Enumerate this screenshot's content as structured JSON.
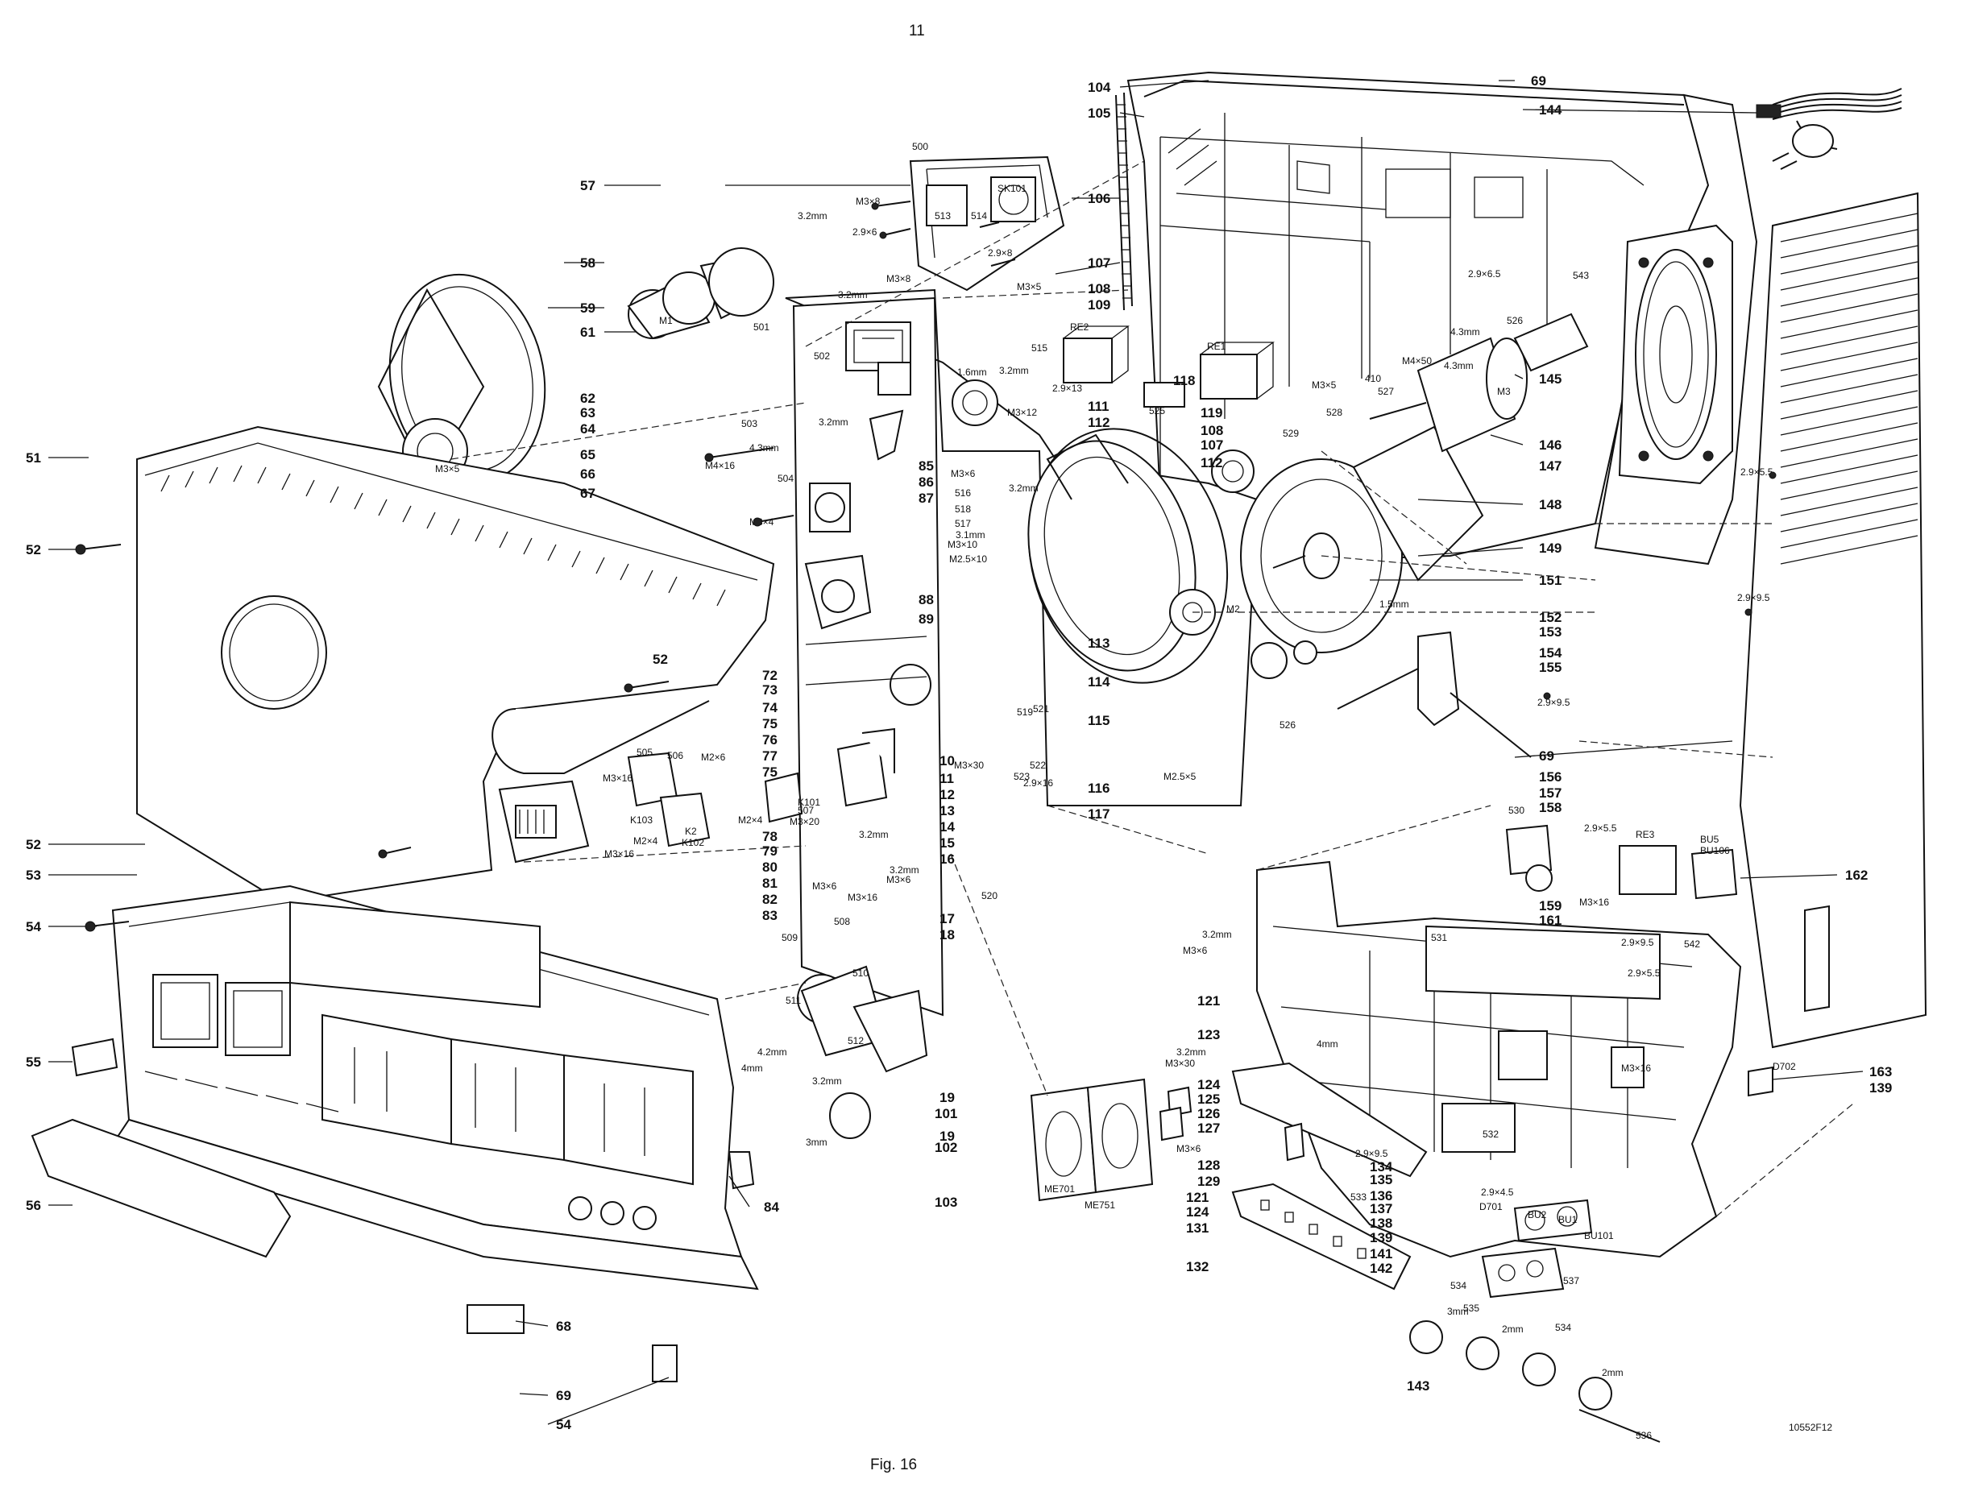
{
  "page": {
    "number": "11",
    "figure": "Fig. 16",
    "code": "10552F12"
  },
  "labels": {
    "l51": "51",
    "l52a": "52",
    "l52b": "52",
    "l52c": "52",
    "l53": "53",
    "l54a": "54",
    "l54b": "54",
    "l55": "55",
    "l56": "56",
    "l57": "57",
    "l58": "58",
    "l59": "59",
    "l61": "61",
    "l62": "62",
    "l63": "63",
    "l64": "64",
    "l65": "65",
    "l66": "66",
    "l67": "67",
    "l68": "68",
    "l69a": "69",
    "l69b": "69",
    "l69c": "69",
    "l72": "72",
    "l73": "73",
    "l74": "74",
    "l75a": "75",
    "l75b": "75",
    "l76": "76",
    "l77": "77",
    "l78": "78",
    "l79": "79",
    "l80": "80",
    "l81": "81",
    "l82": "82",
    "l83": "83",
    "l84": "84",
    "l85": "85",
    "l86": "86",
    "l87": "87",
    "l88": "88",
    "l89": "89",
    "l10": "10",
    "l11": "11",
    "l12": "12",
    "l13": "13",
    "l14": "14",
    "l15": "15",
    "l16": "16",
    "l17": "17",
    "l18": "18",
    "l19a": "19",
    "l19b": "19",
    "l101": "101",
    "l102": "102",
    "l103": "103",
    "l104": "104",
    "l105": "105",
    "l106": "106",
    "l107a": "107",
    "l107b": "107",
    "l108a": "108",
    "l108b": "108",
    "l109": "109",
    "l111": "111",
    "l112a": "112",
    "l112b": "112",
    "l113": "113",
    "l114": "114",
    "l115": "115",
    "l116": "116",
    "l117": "117",
    "l118": "118",
    "l119": "119",
    "l121a": "121",
    "l121b": "121",
    "l123": "123",
    "l124a": "124",
    "l124b": "124",
    "l125": "125",
    "l126": "126",
    "l127": "127",
    "l128": "128",
    "l129": "129",
    "l131": "131",
    "l132": "132",
    "l134": "134",
    "l135": "135",
    "l136": "136",
    "l137": "137",
    "l138": "138",
    "l139a": "139",
    "l139b": "139",
    "l141": "141",
    "l142": "142",
    "l143": "143",
    "l144": "144",
    "l145": "145",
    "l146": "146",
    "l147": "147",
    "l148": "148",
    "l149": "149",
    "l151": "151",
    "l152": "152",
    "l153": "153",
    "l154": "154",
    "l155": "155",
    "l156": "156",
    "l157": "157",
    "l158": "158",
    "l159": "159",
    "l161": "161",
    "l162": "162",
    "l163": "163"
  },
  "small_labels": {
    "s500": "500",
    "s501": "501",
    "s502": "502",
    "s503": "503",
    "s504": "504",
    "s505": "505",
    "s506": "506",
    "s507": "507",
    "s508": "508",
    "s509": "509",
    "s510": "510",
    "s511": "511",
    "s512": "512",
    "s513": "513",
    "s514": "514",
    "s515": "515",
    "s516": "516",
    "s517": "517",
    "s518": "518",
    "s519": "519",
    "s520": "520",
    "s521": "521",
    "s522": "522",
    "s523": "523",
    "s525": "525",
    "s526a": "526",
    "s526b": "526",
    "s527": "527",
    "s528": "528",
    "s529": "529",
    "s530": "530",
    "s531": "531",
    "s532": "532",
    "s533": "533",
    "s534a": "534",
    "s534b": "534",
    "s535": "535",
    "s536": "536",
    "s537": "537",
    "s542": "542",
    "s543": "543",
    "sM1": "M1",
    "sM2": "M2",
    "sM3": "M3",
    "sRE1": "RE1",
    "sRE2": "RE2",
    "sRE3": "RE3",
    "sBU5": "BU5",
    "sBU106": "BU106",
    "sBU1": "BU1",
    "sBU2": "BU2",
    "sBU101": "BU101",
    "sK101": "K101",
    "sK102": "K102",
    "sK103": "K103",
    "sK2": "K2",
    "sME701": "ME701",
    "sME751": "ME751",
    "sD701": "D701",
    "sD702": "D702",
    "sSK101": "SK101",
    "sM3x8a": "M3×8",
    "sM3x8b": "M3×8",
    "sM3x5a": "M3×5",
    "sM3x5b": "M3×5",
    "sM3x5c": "M3×5",
    "sM3x16a": "M3×16",
    "sM3x16b": "M3×16",
    "sM3x16c": "M3×16",
    "sM3x16d": "M3×16",
    "sM3x16e": "M3×16",
    "sM4x16": "M4×16",
    "sM4x50": "M4×50",
    "sM3x4": "M3×4",
    "sM3x6a": "M3×6",
    "sM3x6b": "M3×6",
    "sM3x6c": "M3×6",
    "sM3x6d": "M3×6",
    "sM3x6e": "M3×6",
    "sM3x10": "M3×10",
    "sM3x12": "M3×12",
    "sM3x20": "M3×20",
    "sM3x30": "M3×30",
    "sM3x30b": "M3×30",
    "sM2x6": "M2×6",
    "sM2x4a": "M2×4",
    "sM2x4b": "M2×4",
    "sM25x10": "M2.5×10",
    "sM25x5": "M2.5×5",
    "s29x6": "2.9×6",
    "s29x8": "2.9×8",
    "s29x13": "2.9×13",
    "s29x16": "2.9×16",
    "s29x95a": "2.9×9.5",
    "s29x95b": "2.9×9.5",
    "s29x95c": "2.9×9.5",
    "s29x95d": "2.9×9.5",
    "s29x55a": "2.9×5.5",
    "s29x55b": "2.9×5.5",
    "s29x55c": "2.9×5.5",
    "s29x65": "2.9×6.5",
    "s29x45": "2.9×4.5",
    "s32mma": "3.2mm",
    "s32mmb": "3.2mm",
    "s32mmc": "3.2mm",
    "s32mmd": "3.2mm",
    "s32mme": "3.2mm",
    "s32mmf": "3.2mm",
    "s32mmg": "3.2mm",
    "s32mmh": "3.2mm",
    "s32mmi": "3.2mm",
    "s32mmj": "3.2mm",
    "s43mma": "4.3mm",
    "s43mmb": "4.3mm",
    "s43mmc": "4.3mm",
    "s42mm": "4.2mm",
    "s4mma": "4mm",
    "s4mmb": "4mm",
    "s3mma": "3mm",
    "s3mmb": "3mm",
    "s2mma": "2mm",
    "s2mmb": "2mm",
    "s15mm": "1.5mm",
    "s31mm": "3.1mm",
    "s410": "410",
    "s16mm": "1.6mm"
  }
}
